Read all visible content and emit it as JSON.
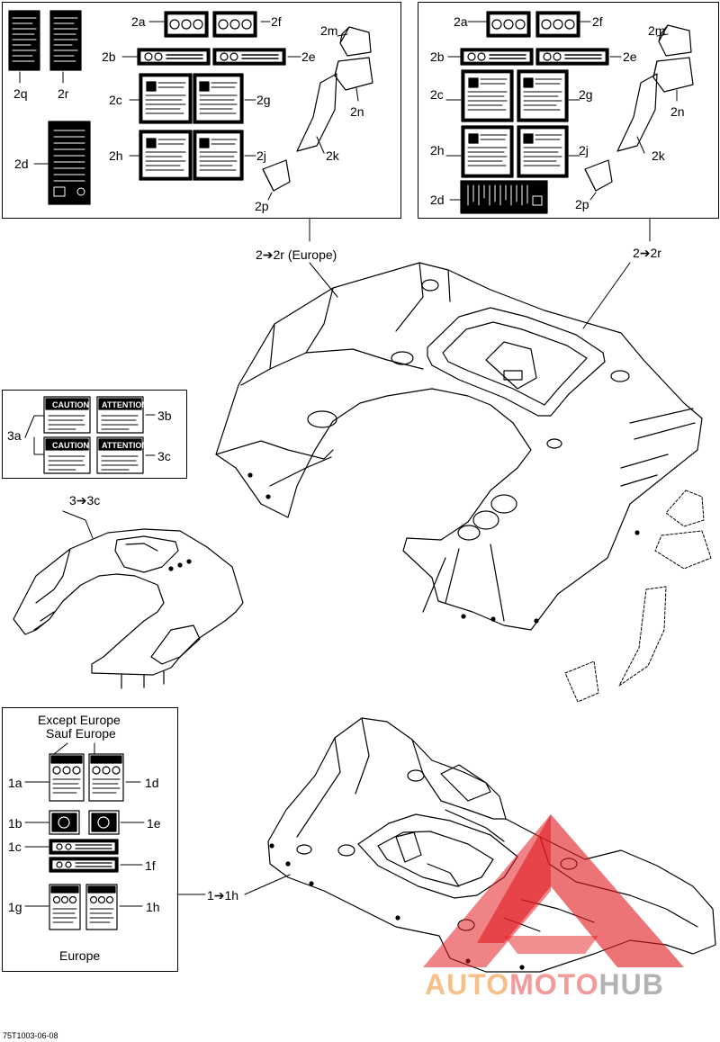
{
  "panels": {
    "europe_decals": {
      "labels": {
        "2a": "2a",
        "2f": "2f",
        "2m": "2m",
        "2b": "2b",
        "2e": "2e",
        "2c": "2c",
        "2g": "2g",
        "2n": "2n",
        "2q": "2q",
        "2r": "2r",
        "2h": "2h",
        "2j": "2j",
        "2k": "2k",
        "2d": "2d",
        "2p": "2p"
      },
      "callout": "2➔2r (Europe)"
    },
    "na_decals": {
      "labels": {
        "2a": "2a",
        "2f": "2f",
        "2m": "2m",
        "2b": "2b",
        "2e": "2e",
        "2c": "2c",
        "2g": "2g",
        "2n": "2n",
        "2h": "2h",
        "2j": "2j",
        "2k": "2k",
        "2d": "2d",
        "2p": "2p"
      },
      "callout": "2➔2r"
    },
    "caution_decals": {
      "labels": {
        "3a": "3a",
        "3b": "3b",
        "3c": "3c"
      },
      "decal_text": {
        "caution": "CAUTION",
        "attention": "ATTENTION"
      },
      "callout": "3➔3c"
    },
    "front_decals": {
      "header_line1": "Except Europe",
      "header_line2": "Sauf Europe",
      "footer": "Europe",
      "labels": {
        "1a": "1a",
        "1d": "1d",
        "1b": "1b",
        "1e": "1e",
        "1c": "1c",
        "1f": "1f",
        "1g": "1g",
        "1h": "1h"
      },
      "callout": "1➔1h"
    }
  },
  "reference": "75T1003-06-08",
  "watermark": {
    "part1": "AUTO",
    "part2": "MOTO",
    "part3": "HUB"
  }
}
